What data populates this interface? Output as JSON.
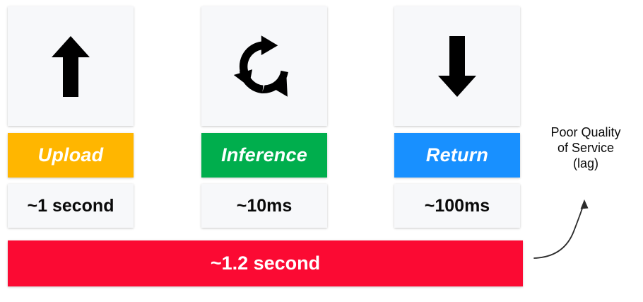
{
  "diagram": {
    "title_text": "",
    "stages": [
      {
        "icon": "arrow-up-icon",
        "label": "Upload",
        "value": "~1 second",
        "color": "#FFB600"
      },
      {
        "icon": "recycle-arrows-icon",
        "label": "Inference",
        "value": "~10ms",
        "color": "#00AE4D"
      },
      {
        "icon": "arrow-down-icon",
        "label": "Return",
        "value": "~100ms",
        "color": "#1890FF"
      }
    ],
    "total": {
      "label": "~1.2 second",
      "color": "#FB0A33"
    },
    "annotation": {
      "lines": [
        "Poor Quality",
        "of Service",
        "(lag)"
      ],
      "arrow": "curved-arrow-up-right-icon",
      "color": "#0A0A0A"
    },
    "palette": {
      "card_background": "#F7F8FA",
      "page_background": "#FFFFFF",
      "text_dark": "#0A0A0A",
      "text_light": "#FFFFFF"
    }
  }
}
